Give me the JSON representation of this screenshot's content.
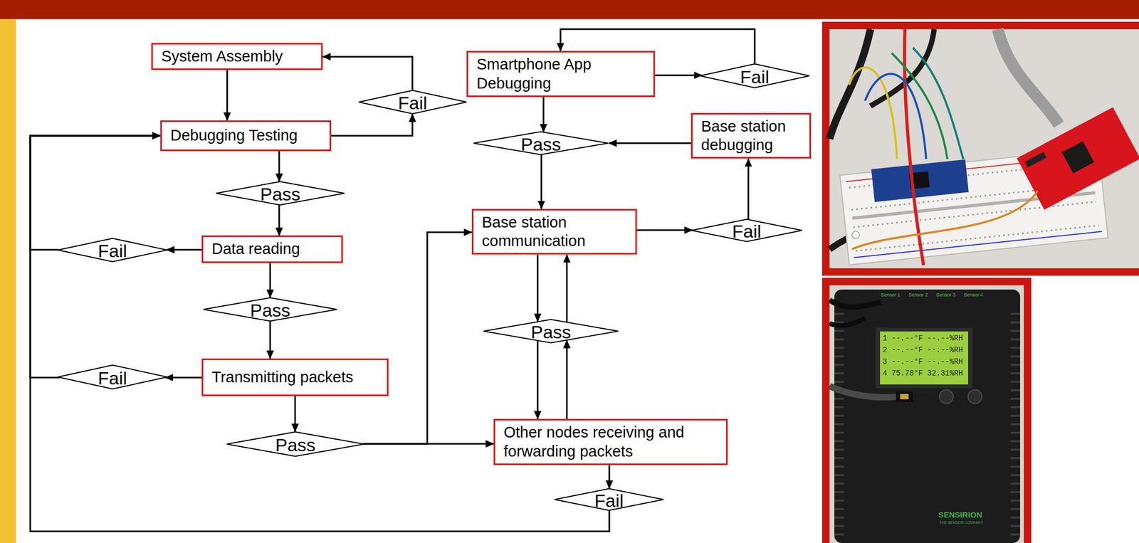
{
  "diagram": {
    "nodes": [
      {
        "text": [
          "System Assembly"
        ]
      },
      {
        "text": [
          "Fail"
        ]
      },
      {
        "text": [
          "Debugging Testing"
        ]
      },
      {
        "text": [
          "Pass"
        ]
      },
      {
        "text": [
          "Data reading"
        ]
      },
      {
        "text": [
          "Fail"
        ]
      },
      {
        "text": [
          "Pass"
        ]
      },
      {
        "text": [
          "Transmitting packets"
        ]
      },
      {
        "text": [
          "Fail"
        ]
      },
      {
        "text": [
          "Pass"
        ]
      },
      {
        "text": [
          "Smartphone App Debugging"
        ]
      },
      {
        "text": [
          "Fail"
        ]
      },
      {
        "text": [
          "Pass"
        ]
      },
      {
        "text": [
          "Base station debugging"
        ]
      },
      {
        "text": [
          "Base station communication"
        ]
      },
      {
        "text": [
          "Fail"
        ]
      },
      {
        "text": [
          "Pass"
        ]
      },
      {
        "text": [
          "Other nodes receiving and forwarding packets"
        ]
      },
      {
        "text": [
          "Fail"
        ]
      }
    ],
    "edges": [
      {
        "from": 0,
        "to": 2,
        "arrow": "to"
      },
      {
        "from": 2,
        "to": 1,
        "arrow": "to"
      },
      {
        "from": 1,
        "to": 0,
        "arrow": "to"
      },
      {
        "from": 2,
        "to": 3,
        "arrow": "to"
      },
      {
        "from": 3,
        "to": 4,
        "arrow": "to"
      },
      {
        "from": 4,
        "to": 5,
        "arrow": "to"
      },
      {
        "from": 5,
        "to": 2,
        "arrow": "to"
      },
      {
        "from": 4,
        "to": 6,
        "arrow": "to"
      },
      {
        "from": 6,
        "to": 7,
        "arrow": "to"
      },
      {
        "from": 7,
        "to": 8,
        "arrow": "to"
      },
      {
        "from": 8,
        "to": 2,
        "arrow": "to"
      },
      {
        "from": 7,
        "to": 9,
        "arrow": "to"
      },
      {
        "from": 9,
        "to": 14,
        "arrow": "to"
      },
      {
        "from": 9,
        "to": 17,
        "arrow": "to"
      },
      {
        "from": 10,
        "to": 11,
        "arrow": "to"
      },
      {
        "from": 11,
        "to": 10,
        "arrow": "to"
      },
      {
        "from": 10,
        "to": 12,
        "arrow": "to"
      },
      {
        "from": 13,
        "to": 12,
        "arrow": "to"
      },
      {
        "from": 12,
        "to": 14,
        "arrow": "to"
      },
      {
        "from": 14,
        "to": 15,
        "arrow": "to"
      },
      {
        "from": 15,
        "to": 13,
        "arrow": "to"
      },
      {
        "from": 14,
        "to": 16,
        "arrow": "to"
      },
      {
        "from": 16,
        "to": 14,
        "arrow": "to"
      },
      {
        "from": 16,
        "to": 17,
        "arrow": "to"
      },
      {
        "from": 17,
        "to": 16,
        "arrow": "to"
      },
      {
        "from": 17,
        "to": 18,
        "arrow": "to"
      },
      {
        "from": 18,
        "to": 2,
        "arrow": "to"
      }
    ],
    "labels": [
      "Sensor 1",
      "Sensor 2",
      "Sensor 3",
      "Sensor 4",
      "1 --.--°F --.--%RH",
      "2 --.--°F --.--%RH",
      "3 --.--°F --.--%RH",
      "4 75.78°F 32.31%RH",
      "SENSIRION",
      "THE SENSOR COMPANY"
    ]
  }
}
